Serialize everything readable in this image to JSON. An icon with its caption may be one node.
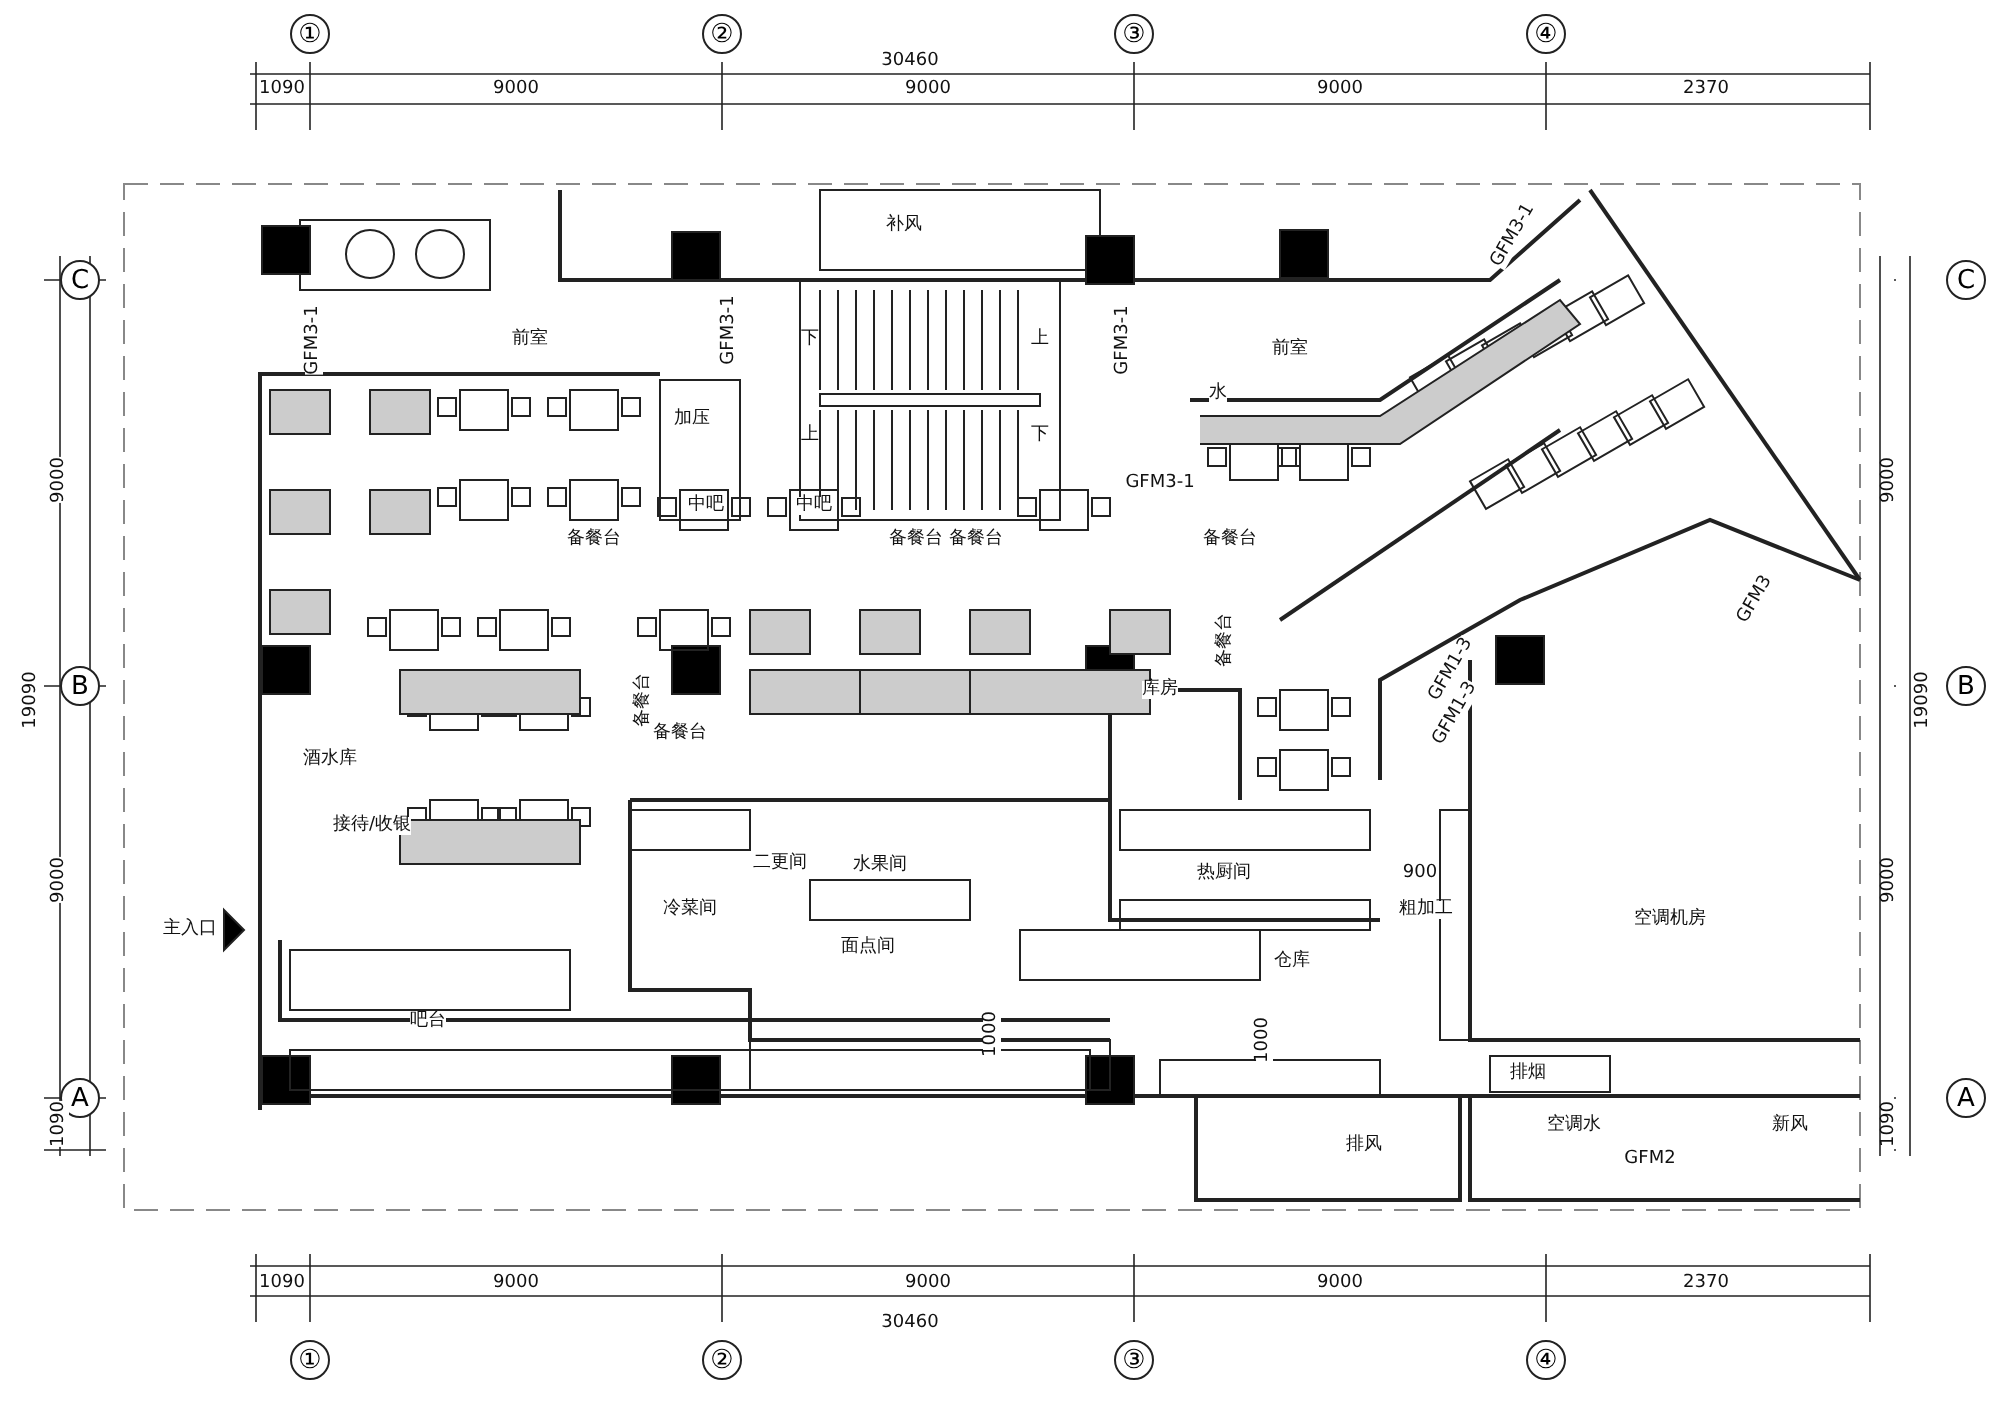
{
  "diagram": {
    "labels": [
      "①",
      "②",
      "③",
      "④",
      "30460",
      "1090",
      "9000",
      "9000",
      "9000",
      "2370",
      "C",
      "9000",
      "19090",
      "B",
      "9000",
      "A",
      "1090",
      "C",
      "9000",
      "19090",
      "B",
      "9000",
      "A",
      "1090",
      "补风",
      "前室",
      "下",
      "上",
      "前室",
      "水",
      "加压",
      "上",
      "下",
      "GFM3-1",
      "GFM3-1",
      "GFM3-1",
      "GFM3-1",
      "GFM3-1",
      "中吧",
      "中吧",
      "备餐台",
      "备餐台",
      "备餐台",
      "备餐台",
      "GFM3",
      "备餐台",
      "备餐台",
      "备餐台",
      "库房",
      "GFM1-3",
      "GFM1-3",
      "酒水库",
      "接待/收银",
      "二更间",
      "水果间",
      "主入口",
      "冷菜间",
      "热厨间",
      "900",
      "粗加工",
      "空调机房",
      "面点间",
      "仓库",
      "吧台",
      "1000",
      "1000",
      "排烟",
      "排风",
      "空调水",
      "新风",
      "GFM2",
      "1090",
      "9000",
      "9000",
      "9000",
      "2370",
      "30460",
      "①",
      "②",
      "③",
      "④"
    ]
  }
}
